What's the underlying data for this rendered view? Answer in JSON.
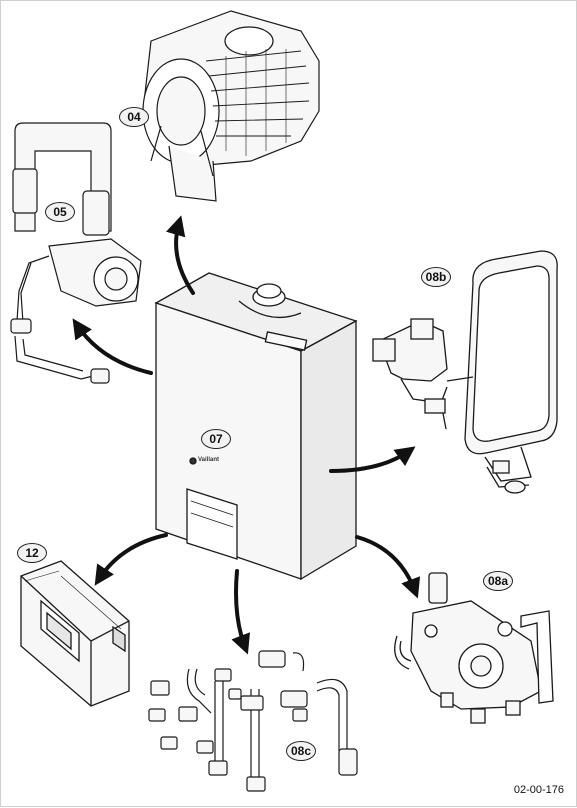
{
  "labels": {
    "heat_exchanger": "04",
    "fan_assembly": "05",
    "boiler_casing": "07",
    "expansion_vessel": "08b",
    "hydraulic_block": "08a",
    "connection_fittings": "08c",
    "control_box": "12"
  },
  "boiler_brand": "Vaillant",
  "document_code": "02-00-176",
  "colors": {
    "line": "#1a1a1a",
    "body_fill": "#f4f4f4",
    "arrow": "#111111"
  }
}
